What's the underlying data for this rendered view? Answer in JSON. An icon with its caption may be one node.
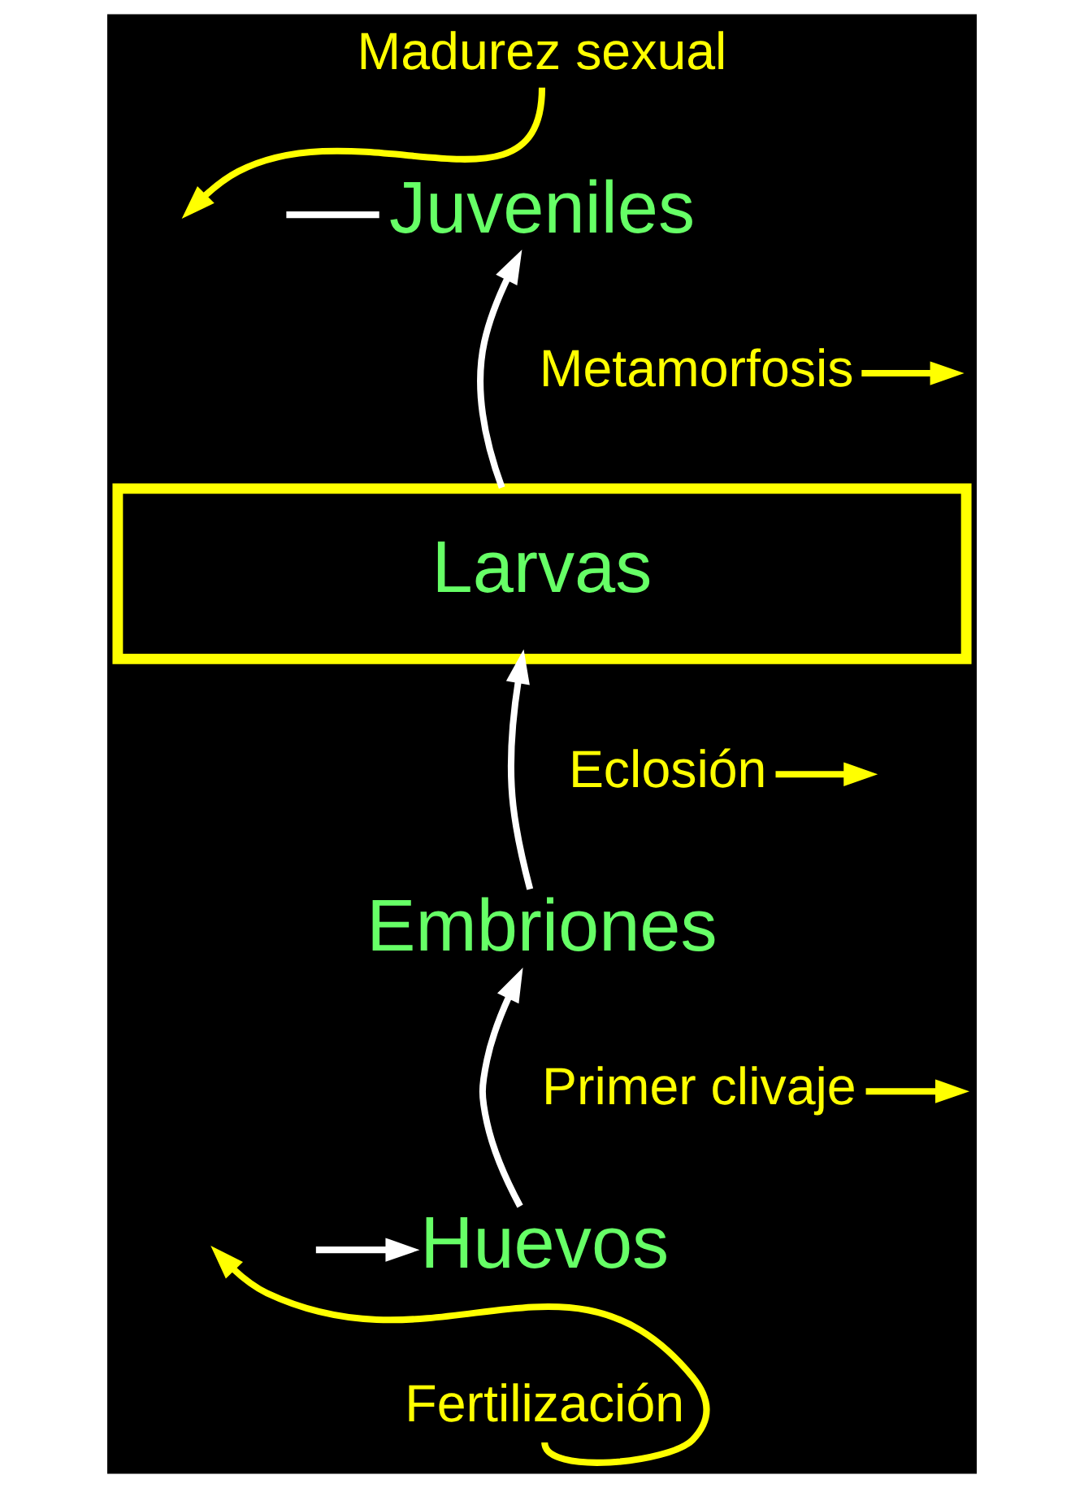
{
  "diagram": {
    "nodes": [
      {
        "text": [
          "Madurez sexual"
        ]
      },
      {
        "text": [
          "Juveniles"
        ]
      },
      {
        "text": [
          "Metamorfosis"
        ]
      },
      {
        "text": [
          "Larvas"
        ]
      },
      {
        "text": [
          "Eclosión"
        ]
      },
      {
        "text": [
          "Embriones"
        ]
      },
      {
        "text": [
          "Primer clivaje"
        ]
      },
      {
        "text": [
          "Huevos"
        ]
      },
      {
        "text": [
          "Fertilización"
        ]
      }
    ],
    "edges": [
      {
        "from": 0,
        "to": null,
        "arrow": "to",
        "color": "#ffff00"
      },
      {
        "from": null,
        "to": 1,
        "arrow": "none",
        "color": "#ffffff"
      },
      {
        "from": 7,
        "to": 5,
        "arrow": "to",
        "color": "#ffffff"
      },
      {
        "from": 5,
        "to": 3,
        "arrow": "to",
        "color": "#ffffff"
      },
      {
        "from": 3,
        "to": 1,
        "arrow": "to",
        "color": "#ffffff"
      },
      {
        "from": 2,
        "to": null,
        "arrow": "to",
        "color": "#ffff00"
      },
      {
        "from": 4,
        "to": null,
        "arrow": "to",
        "color": "#ffff00"
      },
      {
        "from": 6,
        "to": null,
        "arrow": "to",
        "color": "#ffff00"
      },
      {
        "from": null,
        "to": 7,
        "arrow": "to",
        "color": "#ffffff"
      },
      {
        "from": 8,
        "to": null,
        "arrow": "to",
        "color": "#ffff00"
      }
    ]
  }
}
